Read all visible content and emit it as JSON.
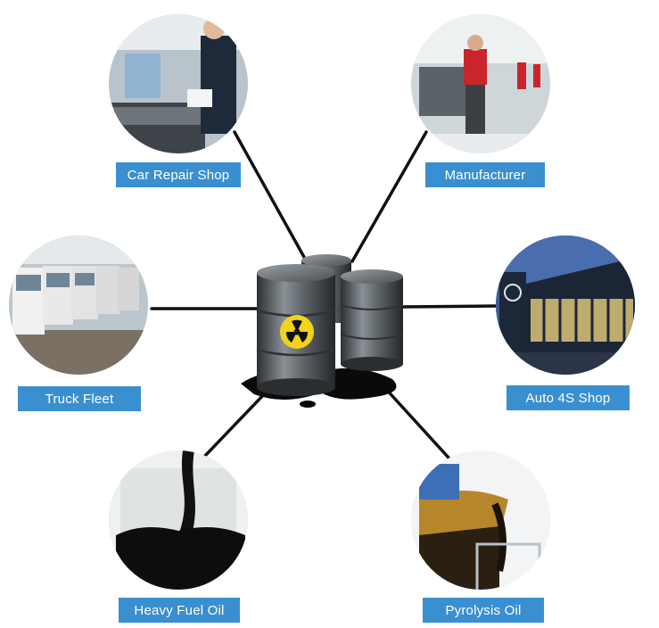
{
  "center": {
    "icon": "oil-barrels-radioactive-icon"
  },
  "nodes": [
    {
      "id": "car-repair-shop",
      "label": "Car Repair Shop",
      "icon": "car-repair-photo"
    },
    {
      "id": "manufacturer",
      "label": "Manufacturer",
      "icon": "engine-factory-photo"
    },
    {
      "id": "truck-fleet",
      "label": "Truck Fleet",
      "icon": "truck-fleet-photo"
    },
    {
      "id": "auto-4s-shop",
      "label": "Auto 4S Shop",
      "icon": "car-dealership-photo"
    },
    {
      "id": "heavy-fuel-oil",
      "label": "Heavy Fuel Oil",
      "icon": "black-oil-pour-photo"
    },
    {
      "id": "pyrolysis-oil",
      "label": "Pyrolysis Oil",
      "icon": "oil-beaker-pour-photo"
    }
  ],
  "colors": {
    "label_bg": "#3a8fd0",
    "connector": "#111111",
    "barrel": "#5c6266",
    "hazard": "#f2d21b"
  }
}
